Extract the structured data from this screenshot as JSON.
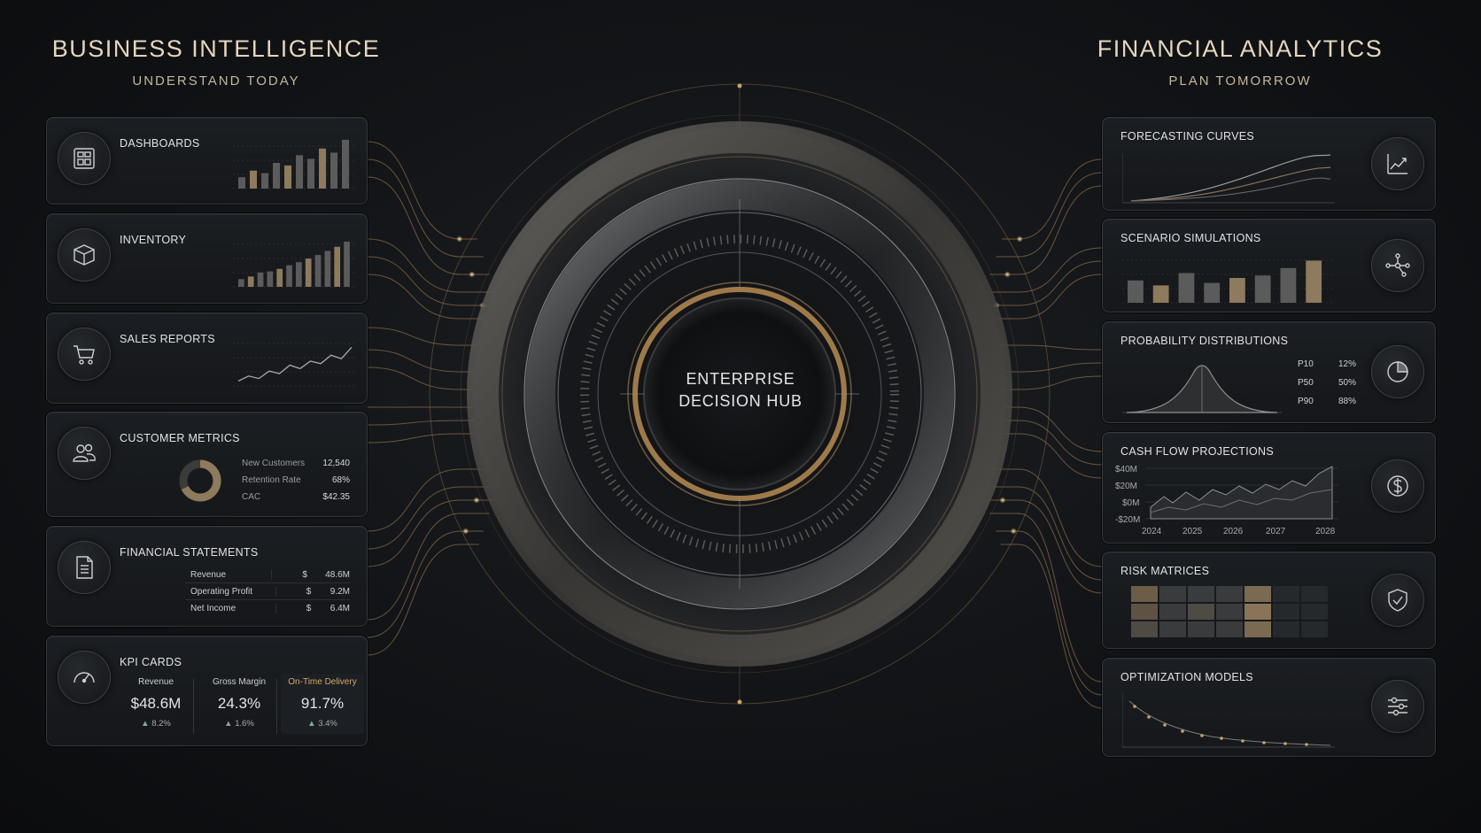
{
  "left_panel": {
    "title": "BUSINESS INTELLIGENCE",
    "subtitle": "UNDERSTAND TODAY",
    "cards": {
      "dashboards": {
        "title": "DASHBOARDS",
        "icon": "dashboard-icon",
        "bars": [
          0.22,
          0.35,
          0.3,
          0.5,
          0.45,
          0.65,
          0.58,
          0.78,
          0.7,
          0.95
        ]
      },
      "inventory": {
        "title": "INVENTORY",
        "icon": "box-icon",
        "bars": [
          0.15,
          0.2,
          0.28,
          0.3,
          0.35,
          0.42,
          0.48,
          0.55,
          0.62,
          0.7,
          0.78,
          0.88
        ]
      },
      "sales_reports": {
        "title": "SALES REPORTS",
        "icon": "shopping-cart-icon",
        "line": [
          0.1,
          0.2,
          0.15,
          0.3,
          0.25,
          0.42,
          0.35,
          0.5,
          0.45,
          0.62,
          0.55,
          0.78
        ]
      },
      "customer_metrics": {
        "title": "CUSTOMER METRICS",
        "icon": "users-icon",
        "rows": [
          {
            "label": "New Customers",
            "value": "12,540"
          },
          {
            "label": "Retention Rate",
            "value": "68%"
          },
          {
            "label": "CAC",
            "value": "$42.35"
          }
        ]
      },
      "financial_statements": {
        "title": "FINANCIAL STATEMENTS",
        "icon": "document-icon",
        "rows": [
          {
            "label": "Revenue",
            "currency": "$",
            "value": "48.6M"
          },
          {
            "label": "Operating Profit",
            "currency": "$",
            "value": "9.2M"
          },
          {
            "label": "Net Income",
            "currency": "$",
            "value": "6.4M"
          }
        ]
      },
      "kpi_cards": {
        "title": "KPI CARDS",
        "icon": "gauge-icon",
        "items": [
          {
            "label": "Revenue",
            "value": "$48.6M",
            "change": "8.2%"
          },
          {
            "label": "Gross Margin",
            "value": "24.3%",
            "change": "1.6%"
          },
          {
            "label": "On-Time Delivery",
            "value": "91.7%",
            "change": "3.4%"
          }
        ]
      }
    }
  },
  "right_panel": {
    "title": "FINANCIAL ANALYTICS",
    "subtitle": "PLAN TOMORROW",
    "cards": {
      "forecasting": {
        "title": "FORECASTING CURVES",
        "icon": "trend-chart-icon"
      },
      "scenario": {
        "title": "SCENARIO SIMULATIONS",
        "icon": "network-branch-icon",
        "bars": [
          0.45,
          0.35,
          0.6,
          0.4,
          0.5,
          0.55,
          0.7,
          0.85
        ]
      },
      "probability": {
        "title": "PROBABILITY DISTRIBUTIONS",
        "icon": "pie-timer-icon",
        "rows": [
          {
            "label": "P10",
            "value": "12%"
          },
          {
            "label": "P50",
            "value": "50%"
          },
          {
            "label": "P90",
            "value": "88%"
          }
        ]
      },
      "cash_flow": {
        "title": "CASH FLOW PROJECTIONS",
        "icon": "dollar-circle-icon",
        "y_ticks": [
          "$40M",
          "$20M",
          "$0M",
          "-$20M"
        ],
        "x_ticks": [
          "2024",
          "2025",
          "2026",
          "2027",
          "2028"
        ]
      },
      "risk": {
        "title": "RISK MATRICES",
        "icon": "shield-check-icon"
      },
      "optimization": {
        "title": "OPTIMIZATION MODELS",
        "icon": "sliders-icon"
      }
    }
  },
  "hub": {
    "line1": "ENTERPRISE",
    "line2": "DECISION HUB"
  },
  "colors": {
    "gold": "#c9a36a",
    "background": "#121417",
    "card": "#181b1e",
    "text": "#e2e2e2"
  }
}
